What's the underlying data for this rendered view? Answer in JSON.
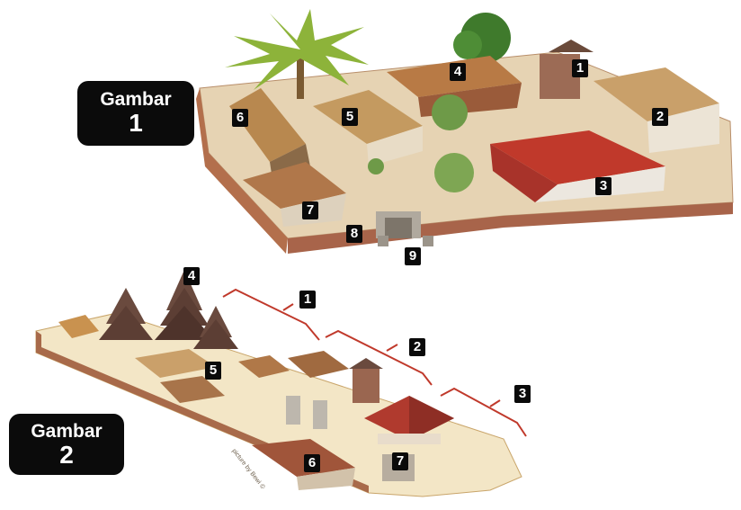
{
  "figure1": {
    "title_line1": "Gambar",
    "title_line2": "1",
    "labels": [
      "1",
      "2",
      "3",
      "4",
      "5",
      "6",
      "7",
      "8",
      "9"
    ]
  },
  "figure2": {
    "title_line1": "Gambar",
    "title_line2": "2",
    "labels": [
      "1",
      "2",
      "3",
      "4",
      "5",
      "6",
      "7"
    ],
    "credit": "picture by Bewi ©"
  },
  "colors": {
    "ground": "#e4cfae",
    "wall": "#a8694a",
    "thatch": "#b88a55",
    "red_roof": "#c0392b",
    "bracket": "#c0392b",
    "label_bg": "#0a0a0a"
  }
}
